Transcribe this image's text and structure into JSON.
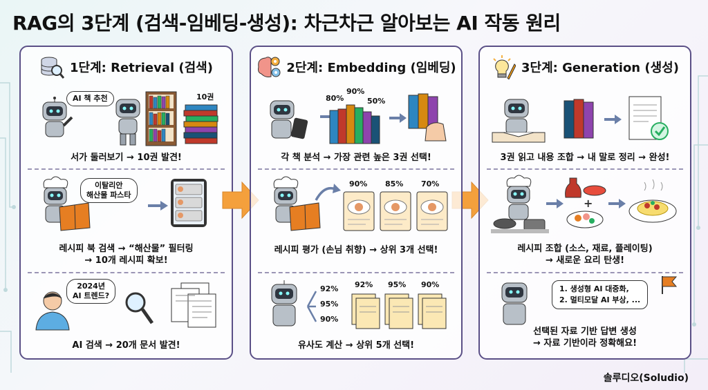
{
  "title": "RAG의 3단계 (검색-임베딩-생성): 차근차근 알아보는 AI 작동 원리",
  "footer": "솔루디오(Soludio)",
  "panels": [
    {
      "heading": "1단계: Retrieval (검색)",
      "icon": "database-search-icon",
      "rows": [
        {
          "caption": "서가 둘러보기 → 10권 발견!",
          "bubble": "AI 책 추천",
          "label": "10권"
        },
        {
          "caption_lines": [
            "레시피 북 검색 → “해산물” 필터링",
            "→ 10개 레시피 확보!"
          ],
          "bubble_lines": [
            "이탈리안",
            "해산물 파스타"
          ]
        },
        {
          "caption": "AI 검색 → 20개 문서 발견!",
          "bubble_lines": [
            "2024년",
            "AI 트렌드?"
          ]
        }
      ]
    },
    {
      "heading": "2단계: Embedding (임베딩)",
      "icon": "brain-gears-icon",
      "rows": [
        {
          "caption": "각 책 분석 → 가장 관련 높은 3권 선택!",
          "scores": [
            "80%",
            "90%",
            "50%"
          ]
        },
        {
          "caption": "레시피 평가 (손님 취향) → 상위 3개 선택!",
          "scores": [
            "90%",
            "85%",
            "70%"
          ]
        },
        {
          "caption": "유사도 계산 → 상위 5개 선택!",
          "left_scores": [
            "92%",
            "95%",
            "90%"
          ],
          "scores": [
            "92%",
            "95%",
            "90%"
          ]
        }
      ]
    },
    {
      "heading": "3단계: Generation (생성)",
      "icon": "lightbulb-pencil-icon",
      "rows": [
        {
          "caption": "3권 읽고 내용 조합 → 내 말로 정리 → 완성!"
        },
        {
          "caption_lines": [
            "레시피 조합 (소스, 재료, 플레이팅)",
            "→ 새로운 요리 탄생!"
          ]
        },
        {
          "caption_lines": [
            "선택된 자료 기반 답변 생성",
            "→ 자료 기반이라 정확해요!"
          ],
          "list": [
            "1. 생성형 AI 대중화,",
            "2. 멀티모달 AI 부상, ..."
          ]
        }
      ]
    }
  ],
  "colors": {
    "border": "#5a4f86",
    "arrow": "#f4a03c",
    "robot": "#9aa3ad",
    "accent": "#3b4b6b"
  }
}
